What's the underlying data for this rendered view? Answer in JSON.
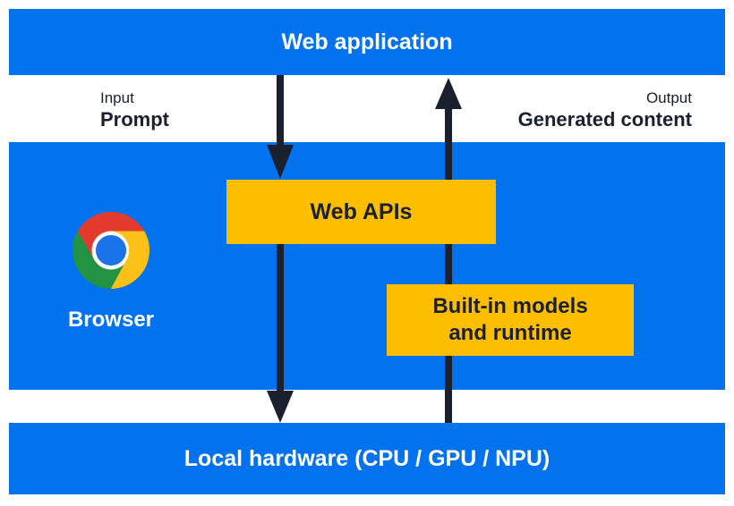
{
  "colors": {
    "section_blue": "#0272EE",
    "box_yellow": "#FDBE00",
    "arrow_dark": "#1A202E",
    "label_white": "#FFFFFF",
    "chrome_logo": {
      "red": "#E33B2E",
      "green": "#229342",
      "yellow": "#FBC116",
      "blue": "#1A73E8",
      "ring": "#FFFFFF"
    }
  },
  "top_bar": {
    "label": "Web application"
  },
  "flow_labels": {
    "input": {
      "caption": "Input",
      "value": "Prompt"
    },
    "output": {
      "caption": "Output",
      "value": "Generated content"
    }
  },
  "browser_section": {
    "browser_label": "Browser",
    "web_apis_box": {
      "label": "Web APIs"
    },
    "builtin_box": {
      "line1": "Built-in models",
      "line2": "and runtime"
    }
  },
  "bottom_bar": {
    "label": "Local hardware (CPU / GPU / NPU)"
  }
}
